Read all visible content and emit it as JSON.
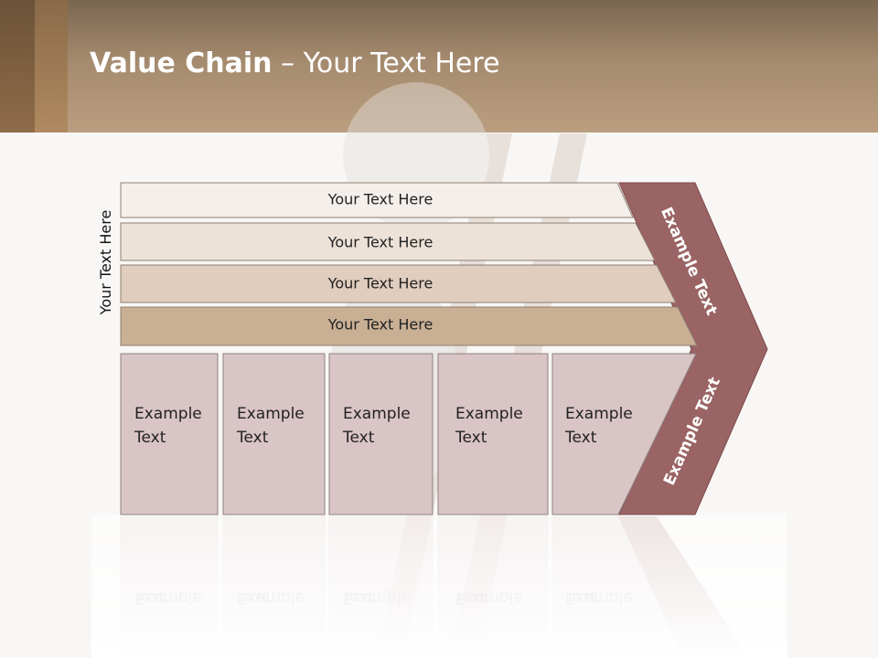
{
  "title": {
    "bold": "Value Chain",
    "rest": " – Your Text Here"
  },
  "side_label": "Your Text Here",
  "rows": [
    {
      "label": "Your Text Here",
      "color": "#f4efeb"
    },
    {
      "label": "Your Text Here",
      "color": "#ece2d8"
    },
    {
      "label": "Your Text Here",
      "color": "#e0cdbd"
    },
    {
      "label": "Your Text Here",
      "color": "#c9b095"
    }
  ],
  "columns": [
    {
      "line1": "Example",
      "line2": "Text"
    },
    {
      "line1": "Example",
      "line2": "Text"
    },
    {
      "line1": "Example",
      "line2": "Text"
    },
    {
      "line1": "Example",
      "line2": "Text"
    },
    {
      "line1": "Example",
      "line2": "Text"
    }
  ],
  "column_color": "#d9c4c6",
  "arrow": {
    "color": "#9a6464",
    "upper_label": "Example Text",
    "lower_label": "Example Text"
  }
}
